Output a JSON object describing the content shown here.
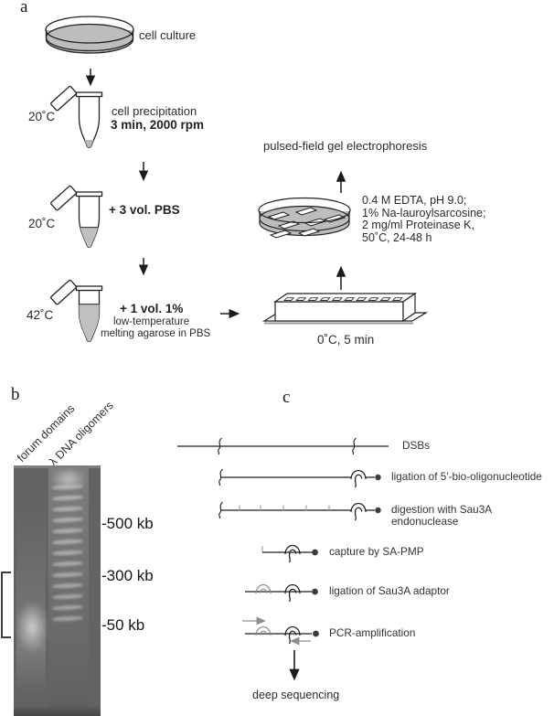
{
  "colors": {
    "fill_gray": "#bdbdbd",
    "gel_background": "#636363",
    "line_black": "#1c1c1c",
    "adaptor_gray": "#8f8f8f"
  },
  "panel_a": {
    "label": "a",
    "cell_culture_label": "cell culture",
    "step1_temp": "20˚C",
    "step1_line1": "cell precipitation",
    "step1_line2": "3 min, 2000 rpm",
    "step2_temp": "20˚C",
    "step2_text": "+ 3 vol. PBS",
    "step3_temp": "42˚C",
    "step3_line1": "+ 1 vol. 1%",
    "step3_line2": "low-temperature",
    "step3_line3": "melting agarose in PBS",
    "tray_label": "0˚C, 5 min",
    "pfge_label": "pulsed-field gel electrophoresis",
    "lysis_lines": [
      "0.4 M EDTA, pH 9.0;",
      "1% Na-lauroylsarcosine;",
      "2 mg/ml Proteinase K,",
      "50˚C, 24-48 h"
    ]
  },
  "panel_b": {
    "label": "b",
    "lane1_label": "forum domains",
    "lane2_label": "λ DNA oligomers",
    "markers": [
      "-500 kb",
      "-300 kb",
      "-50 kb"
    ],
    "ladder_bands_rel": [
      21,
      33,
      45,
      57,
      69,
      81,
      93,
      105,
      117,
      129,
      141,
      153,
      165
    ]
  },
  "panel_c": {
    "label": "c",
    "row1_label": "DSBs",
    "row2_label": "ligation of 5′-bio-oligonucleotide",
    "row3_label_line1": "digestion with Sau3A",
    "row3_label_line2": "endonuclease",
    "row4_label": "capture by SA-PMP",
    "row5_label": "ligation of Sau3A adaptor",
    "row6_label": "PCR-amplification",
    "final_label": "deep sequencing"
  }
}
